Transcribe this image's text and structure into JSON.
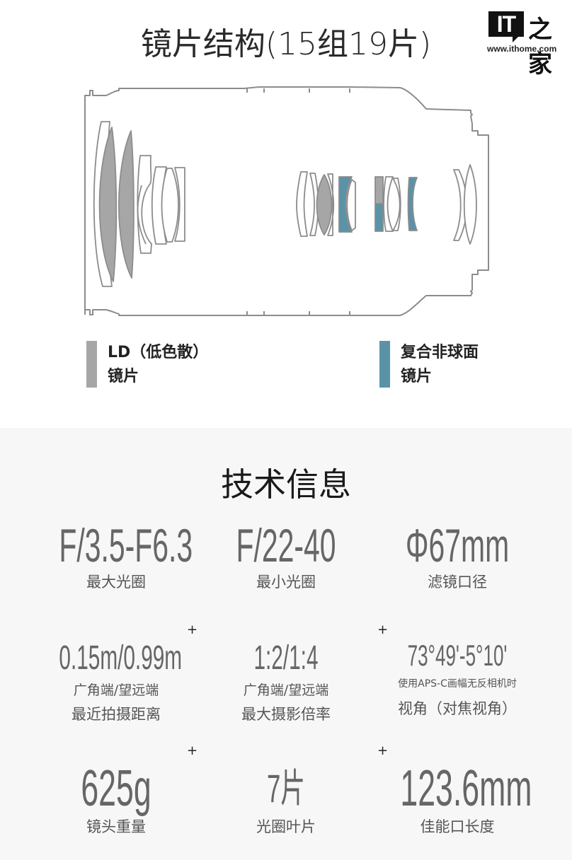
{
  "header": {
    "title": "镜片结构(15组19片)",
    "logo": {
      "mark": "IT",
      "chinese": "之家",
      "url": "www.ithome.com"
    }
  },
  "diagram": {
    "name": "lens-construction",
    "groups": 15,
    "elements": 19,
    "colors": {
      "outline": "#8c8c8c",
      "ld": "#a6a6a6",
      "hybrid_aspherical": "#5a93a8"
    }
  },
  "legend": [
    {
      "line1": "LD（低色散）",
      "line2": "镜片",
      "color": "#a6a6a6"
    },
    {
      "line1": "复合非球面",
      "line2": "镜片",
      "color": "#5a93a8"
    }
  ],
  "tech": {
    "title": "技术信息",
    "specs": [
      {
        "value": "F/3.5-F6.3",
        "label": "最大光圈"
      },
      {
        "value": "F/22-40",
        "label": "最小光圈"
      },
      {
        "value": "Φ67mm",
        "label": "滤镜口径"
      },
      {
        "value": "0.15m/0.99m",
        "sub": "广角端/望远端",
        "label": "最近拍摄距离"
      },
      {
        "value": "1:2/1:4",
        "sub": "广角端/望远端",
        "label": "最大摄影倍率"
      },
      {
        "value": "73°49'-5°10'",
        "sub": "使用APS-C画幅无反相机时",
        "label": "视角（对焦视角）"
      },
      {
        "value": "625g",
        "label": "镜头重量"
      },
      {
        "value": "7片",
        "label": "光圈叶片"
      },
      {
        "value": "123.6mm",
        "label": "佳能口长度"
      }
    ],
    "separator": "+"
  }
}
